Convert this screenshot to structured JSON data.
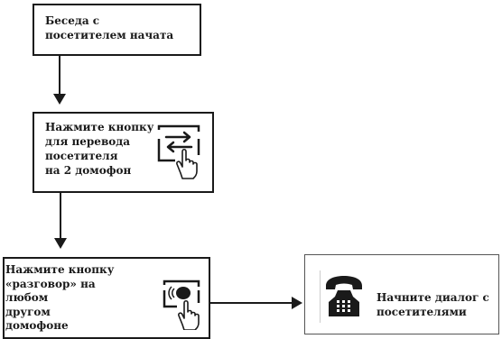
{
  "steps": [
    {
      "lines": [
        "Беседа с",
        "посетителем  начата"
      ]
    },
    {
      "lines": [
        "Нажмите кнопку",
        "для перевода",
        "посетителя",
        "на 2 домофон"
      ],
      "icon": "transfer-button-hand-icon"
    },
    {
      "lines": [
        "Нажмите кнопку",
        "«разговор» на",
        "любом",
        "другом",
        "домофоне"
      ],
      "icon": "talk-button-hand-icon"
    },
    {
      "lines": [
        "Начните диалог  с",
        "посетителями"
      ],
      "icon": "telephone-icon"
    }
  ]
}
